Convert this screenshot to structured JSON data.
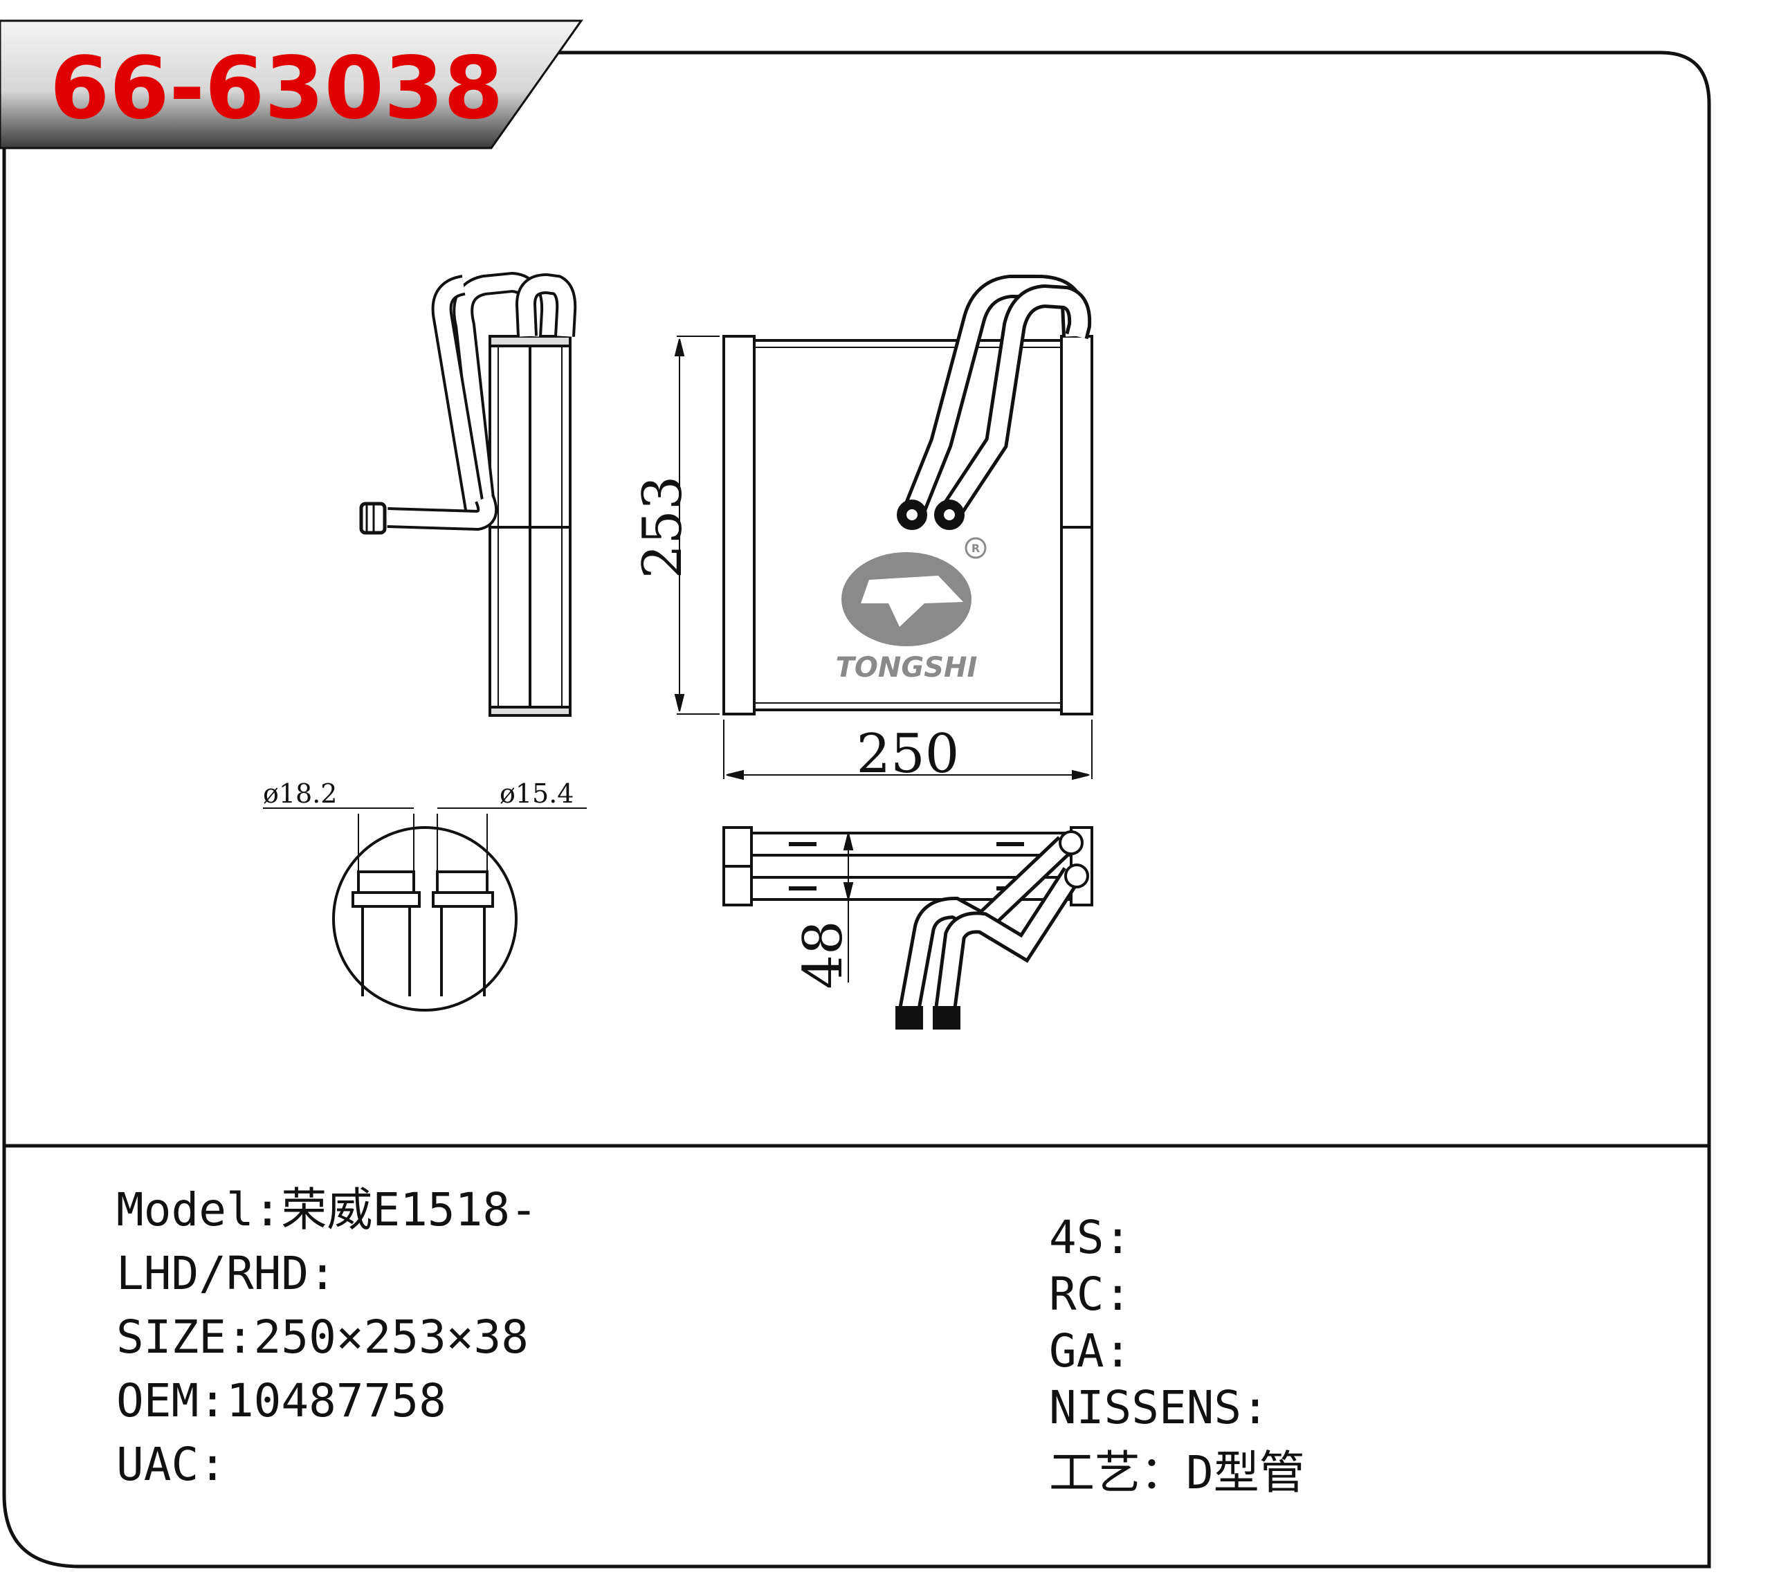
{
  "part_number": "66-63038",
  "drawing": {
    "dim_height": "253",
    "dim_width": "250",
    "dim_depth": "48",
    "pipe_dia_1": "ø18.2",
    "pipe_dia_2": "ø15.4",
    "brand": "TONGSHI",
    "registered_mark": "R"
  },
  "specs_left": [
    "Model:荣威E1518-",
    "LHD/RHD:",
    "SIZE:250×253×38",
    "OEM:10487758",
    "UAC:"
  ],
  "specs_right": [
    "4S:",
    "RC:",
    "GA:",
    "NISSENS:",
    "工艺：D型管"
  ],
  "colors": {
    "label_red": "#e00000",
    "line": "#111111",
    "logo_gray": "#8a8a8a"
  }
}
